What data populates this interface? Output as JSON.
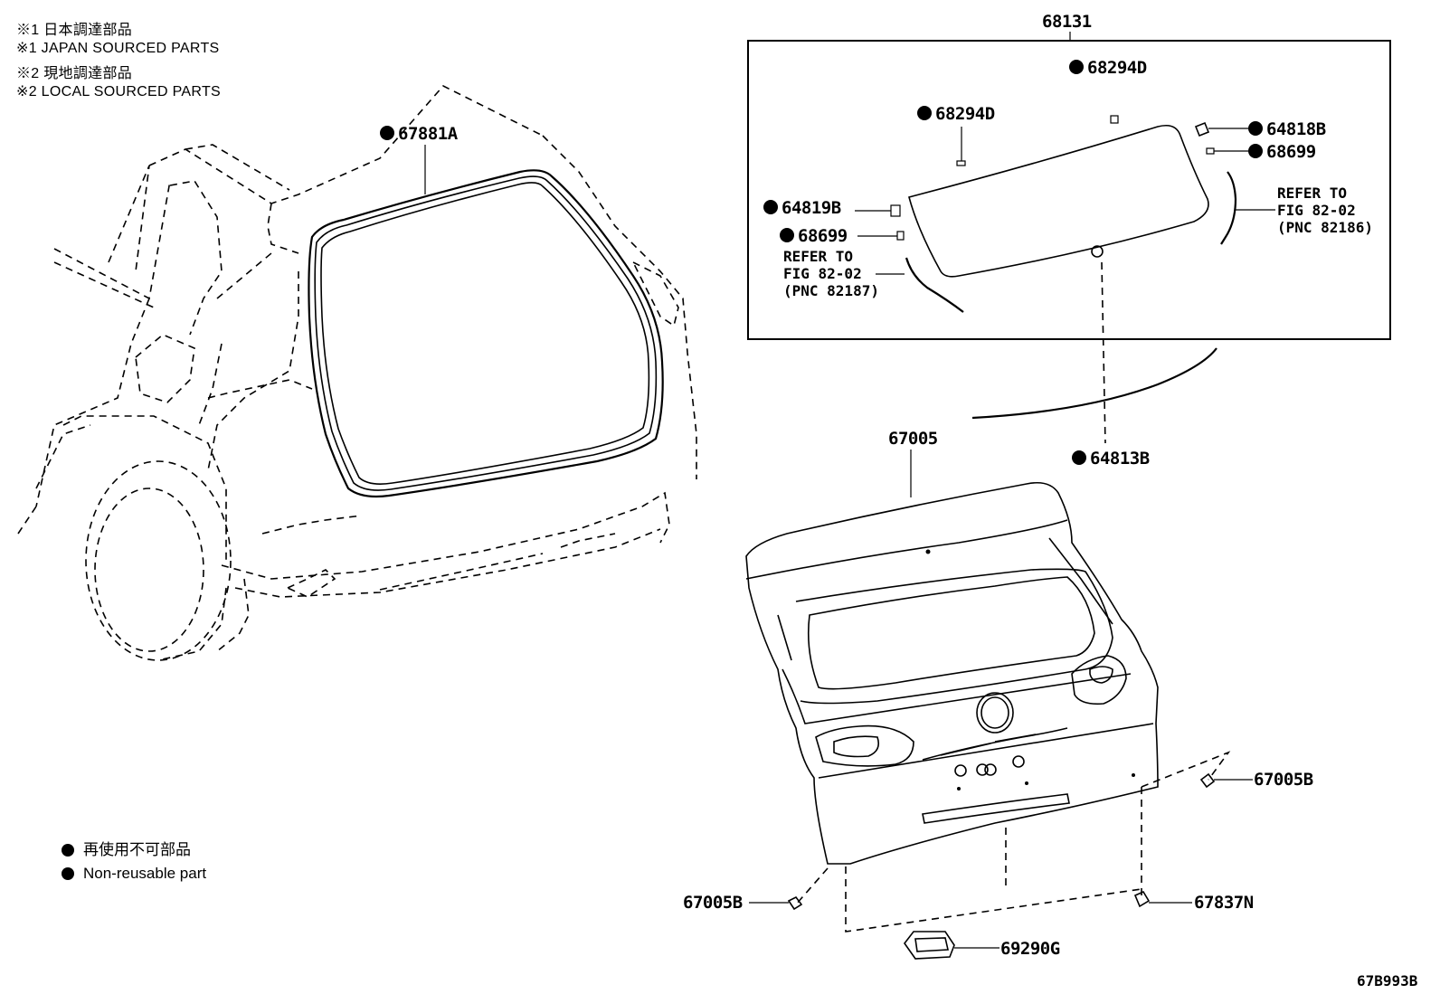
{
  "notes": [
    "※1 日本調達部品",
    "※1 JAPAN SOURCED PARTS",
    "※2 現地調達部品",
    "※2 LOCAL SOURCED PARTS"
  ],
  "legend": [
    "再使用不可部品",
    "Non-reusable part"
  ],
  "bullet": "●",
  "parts": {
    "p67881A": "67881A",
    "p68131": "68131",
    "p68294D_top": "68294D",
    "p68294D_left": "68294D",
    "p64818B": "64818B",
    "p68699_right": "68699",
    "p64819B": "64819B",
    "p68699_left": "68699",
    "p64813B": "64813B",
    "p67005": "67005",
    "p67005B_right": "67005B",
    "p67005B_left": "67005B",
    "p67837N": "67837N",
    "p69290G": "69290G"
  },
  "refs": {
    "right": [
      "REFER TO",
      "FIG 82-02",
      "(PNC 82186)"
    ],
    "left": [
      "REFER TO",
      "FIG 82-02",
      "(PNC 82187)"
    ]
  },
  "figure_code": "67B993B"
}
